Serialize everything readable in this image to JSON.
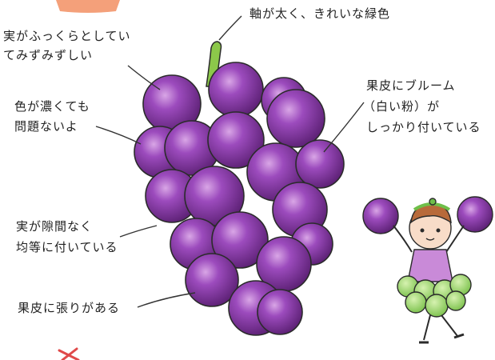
{
  "annotations": {
    "stem": "軸が太く、きれいな緑色",
    "plump_line1": "実がふっくらとしてい",
    "plump_line2": "てみずみずしい",
    "dark_line1": "色が濃くても",
    "dark_line2": "問題ないよ",
    "bloom_line1": "果皮にブルーム",
    "bloom_line2": "（白い粉）が",
    "bloom_line3": "しっかり付いている",
    "even_line1": "実が隙間なく",
    "even_line2": "均等に付いている",
    "firm": "果皮に張りがある"
  },
  "colors": {
    "grape_dark": "#5a1f72",
    "grape_mid": "#8a3aa6",
    "grape_light": "#c58ad6",
    "stem_green": "#7fbf3a",
    "accent_red": "#e04a4a",
    "header_orange": "#f07a4a"
  },
  "icons": {
    "grape_bunch": "grape-bunch-illustration",
    "fairy": "grape-fairy-character"
  }
}
